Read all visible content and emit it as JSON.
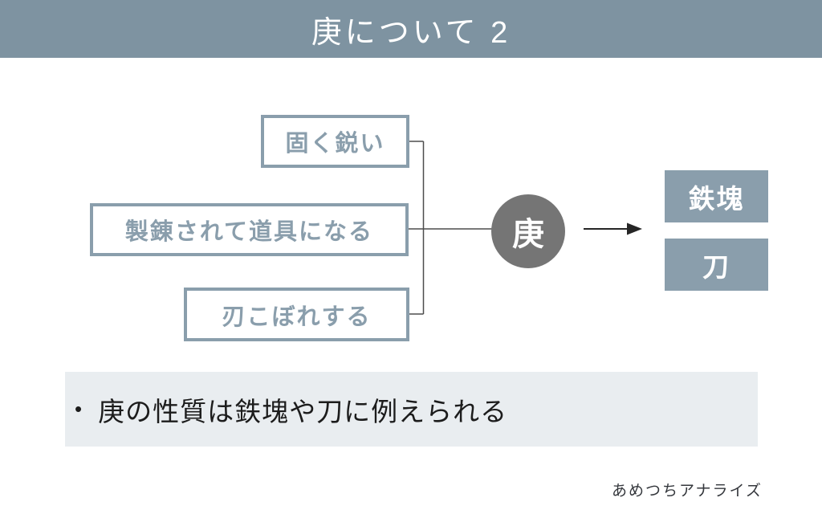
{
  "header": {
    "title": "庚について 2"
  },
  "diagram": {
    "traits": [
      {
        "label": "固く鋭い"
      },
      {
        "label": "製錬されて道具になる"
      },
      {
        "label": "刃こぼれする"
      }
    ],
    "center": {
      "label": "庚"
    },
    "results": [
      {
        "label": "鉄塊"
      },
      {
        "label": "刀"
      }
    ],
    "arrow_icon": "right-arrow"
  },
  "summary": {
    "bullet": "•",
    "text": "庚の性質は鉄塊や刀に例えられる"
  },
  "footer": {
    "credit": "あめつちアナライズ"
  },
  "colors": {
    "header_bg": "#7e93a1",
    "accent": "#8a9eac",
    "circle_bg": "#757575",
    "connector_line": "#4d4d4d",
    "arrow": "#262626",
    "summary_bg": "#e9edf0",
    "text_dark": "#1c1c1c",
    "text_white": "#ffffff"
  }
}
